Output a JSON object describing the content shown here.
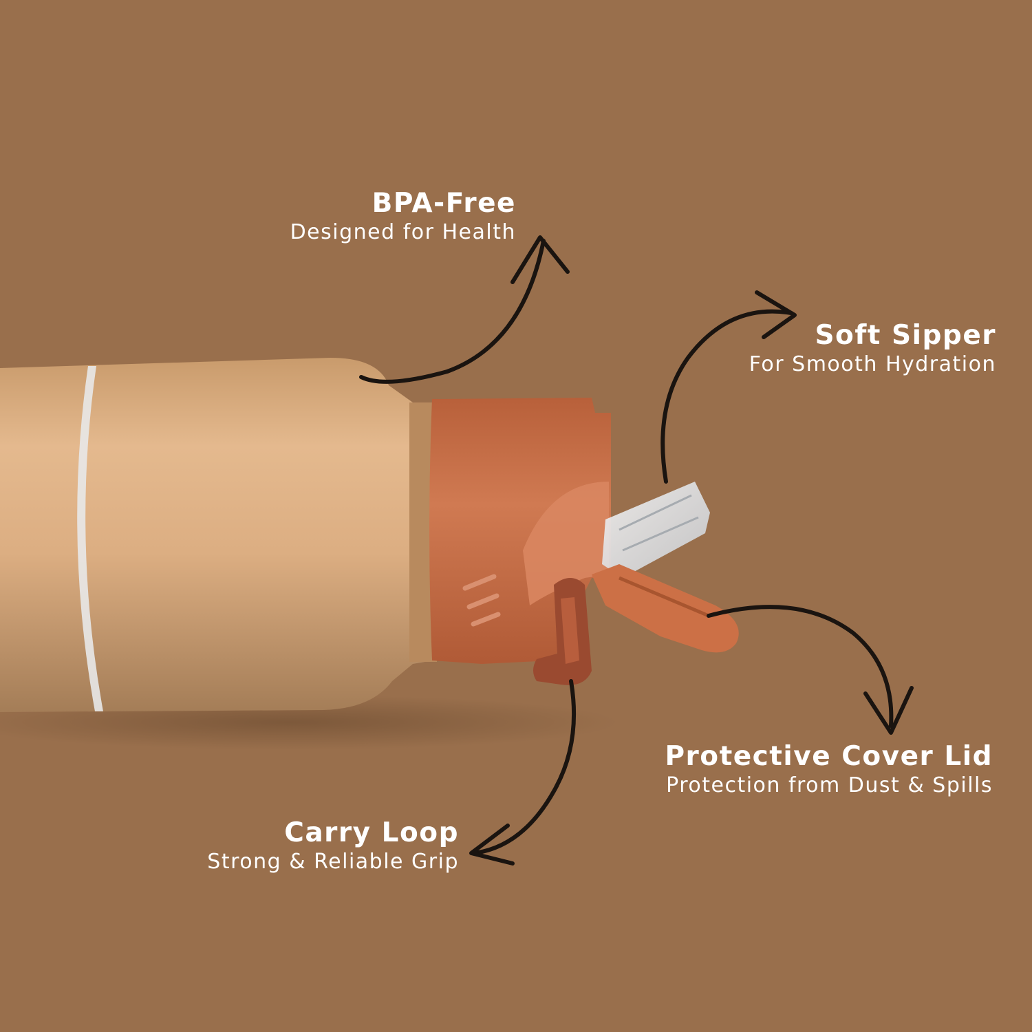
{
  "colors": {
    "background": "#996f4c",
    "bottle_body": "#d4a77a",
    "cap": "#c8714b",
    "text": "#ffffff",
    "arrow": "#1a1410"
  },
  "features": [
    {
      "title": "BPA-Free",
      "subtitle": "Designed for Health"
    },
    {
      "title": "Soft Sipper",
      "subtitle": "For Smooth Hydration"
    },
    {
      "title": "Protective Cover Lid",
      "subtitle": "Protection from Dust & Spills"
    },
    {
      "title": "Carry Loop",
      "subtitle": "Strong & Reliable Grip"
    }
  ]
}
